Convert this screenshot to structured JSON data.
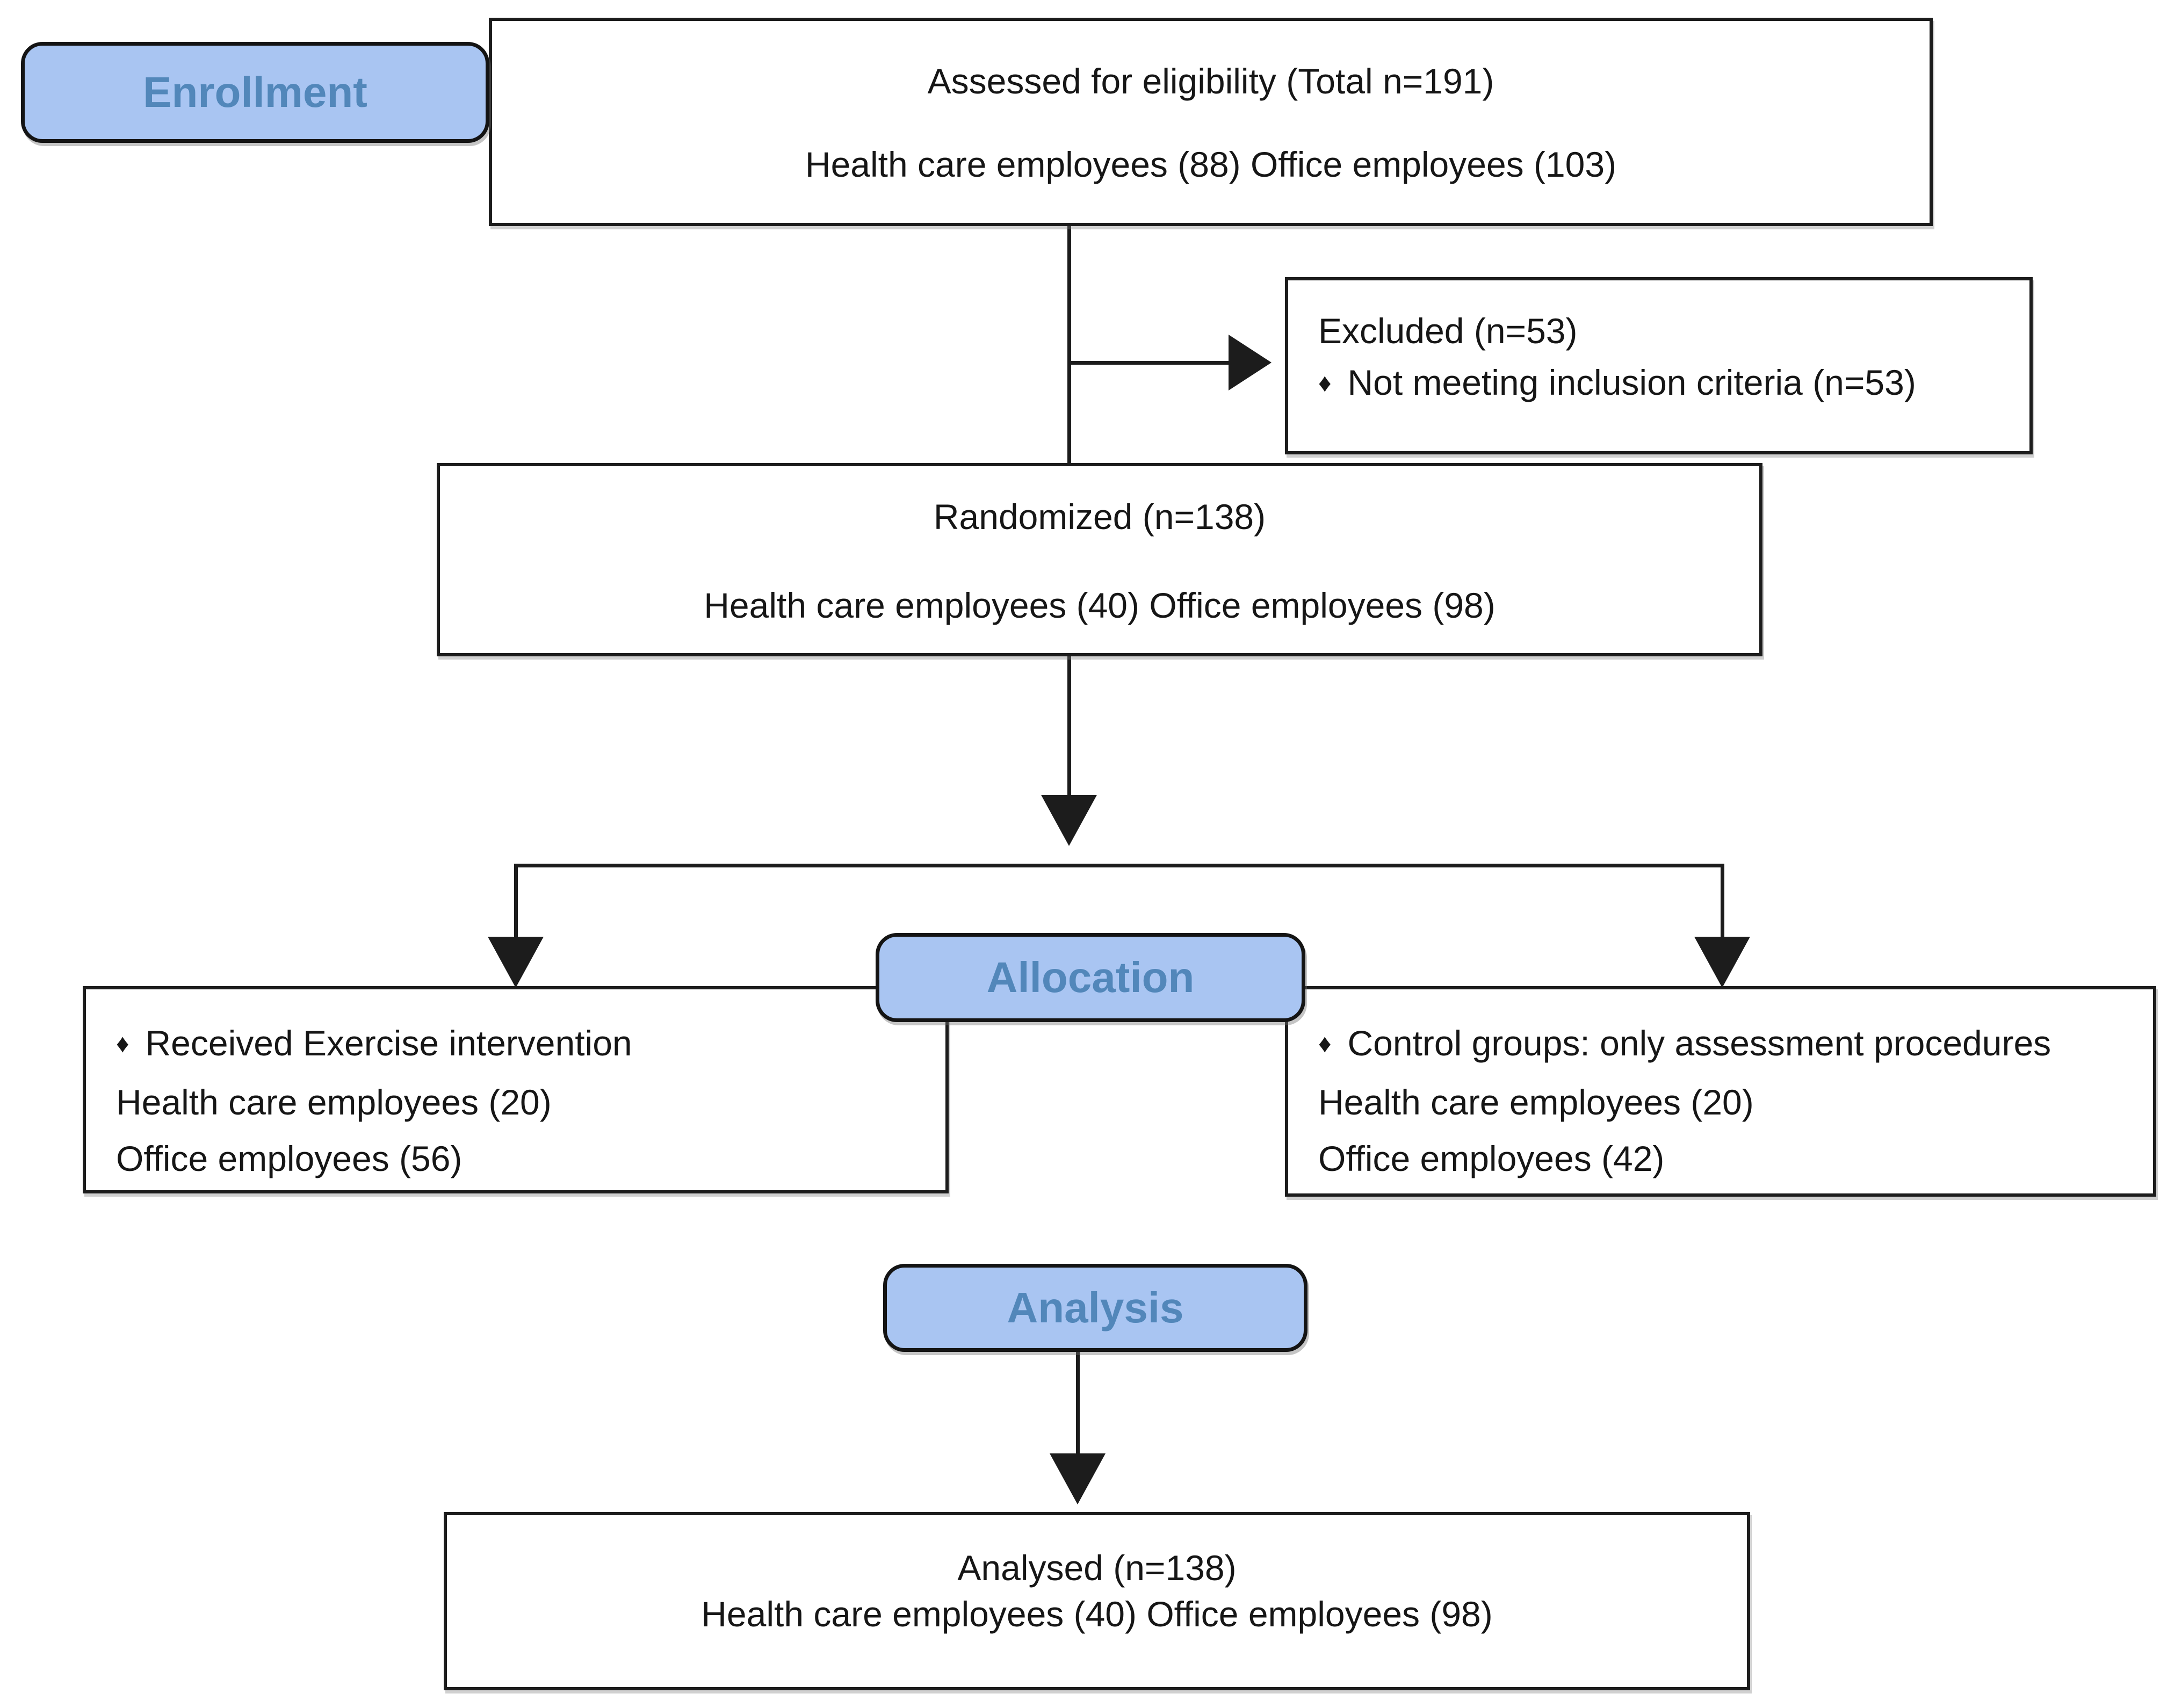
{
  "diagram": {
    "title": "CONSORT participant flow diagram",
    "stages": {
      "enrollment": "Enrollment",
      "allocation": "Allocation",
      "analysis": "Analysis"
    },
    "bullet_glyph": "♦",
    "boxes": {
      "assessed": {
        "line1": "Assessed for eligibility (Total n=191)",
        "line2": "Health care employees (88) Office employees (103)"
      },
      "excluded": {
        "line1": "Excluded (n=53)",
        "line2": "Not meeting inclusion criteria (n=53)"
      },
      "randomized": {
        "line1": "Randomized (n=138)",
        "line2": "Health care employees (40) Office employees (98)"
      },
      "intervention": {
        "line1": "Received Exercise intervention",
        "line2": "Health care employees (20)",
        "line3": "Office employees (56)"
      },
      "control": {
        "line1": "Control groups: only assessment procedures",
        "line2": "Health care employees (20)",
        "line3": "Office employees (42)"
      },
      "analysed": {
        "line1": "Analysed (n=138)",
        "line2": "Health care employees (40) Office employees (98)"
      }
    },
    "colors": {
      "badge_fill": "#a9c5f2",
      "badge_text": "#5287ba",
      "box_border": "#1c1c1c",
      "line_color": "#1c1c1c",
      "text_color": "#161616",
      "background": "#ffffff"
    }
  }
}
